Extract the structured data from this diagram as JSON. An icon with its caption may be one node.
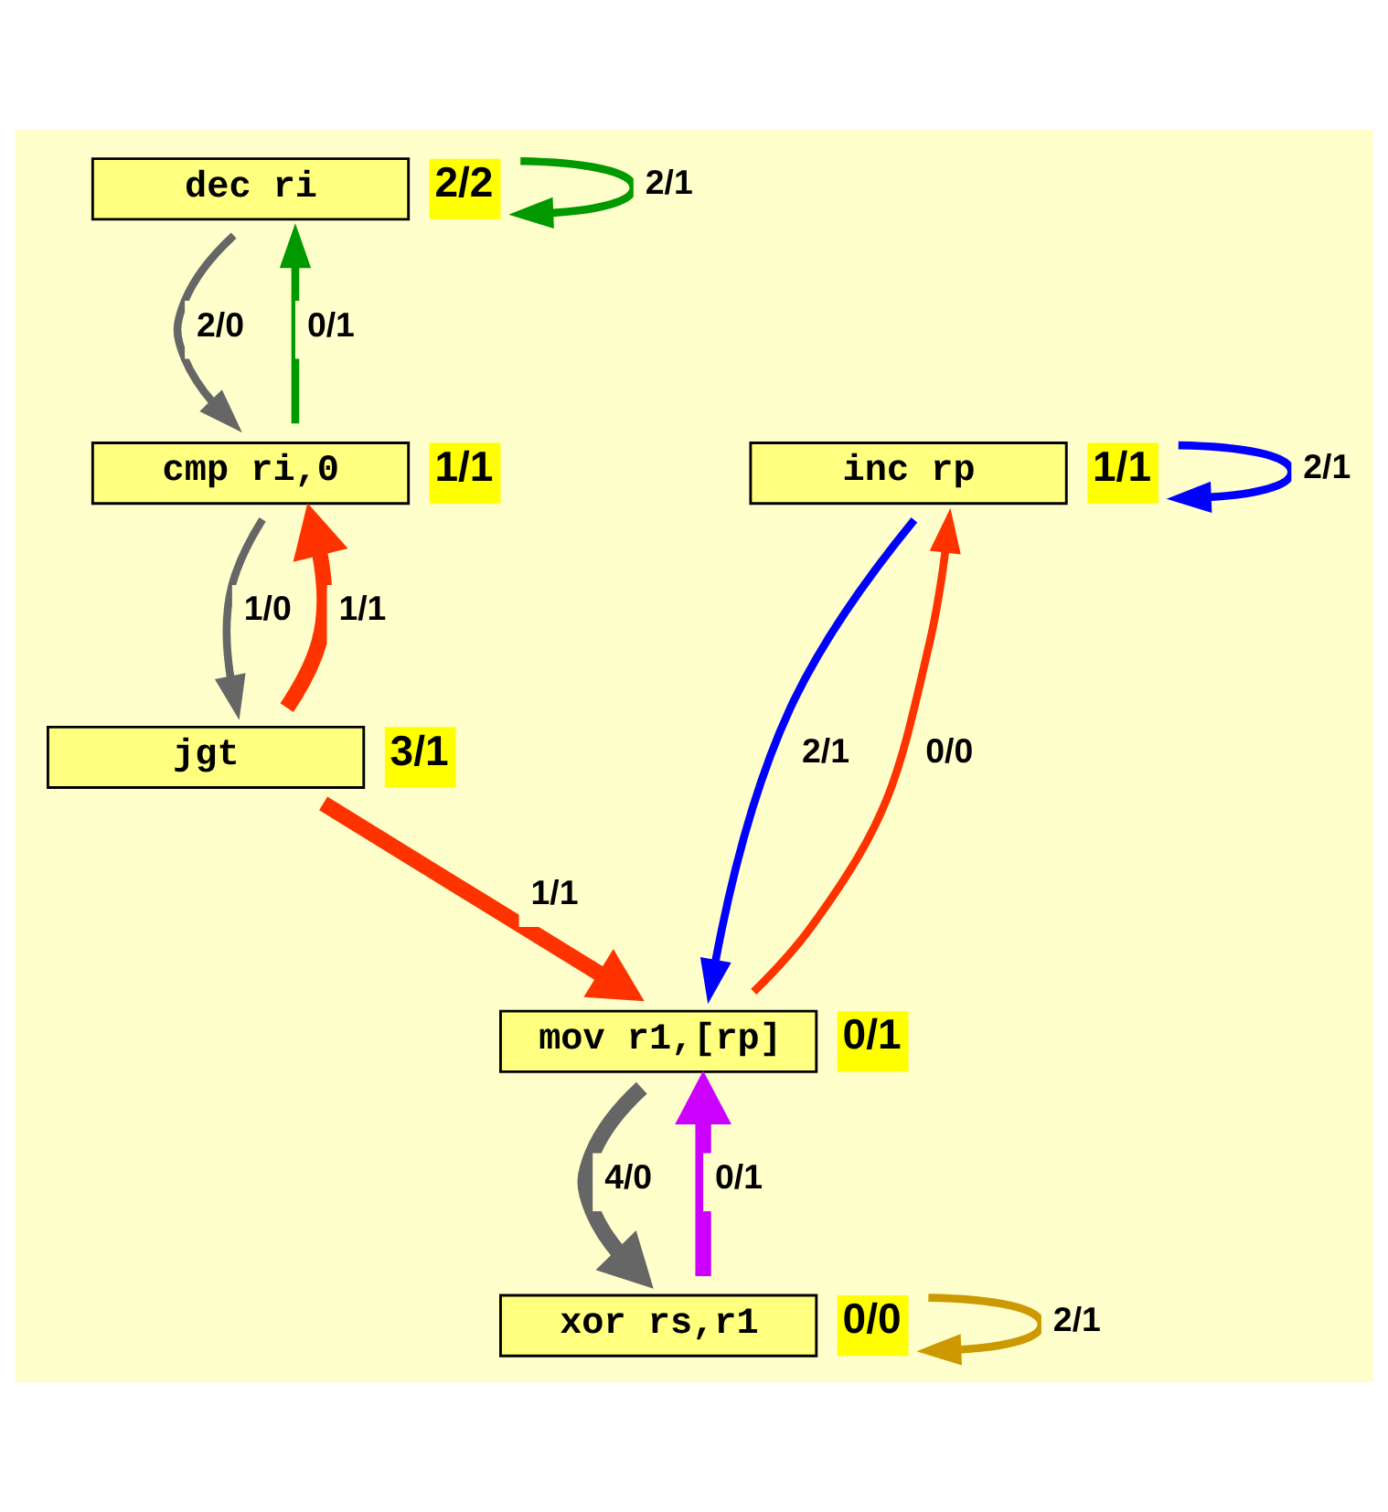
{
  "diagram": {
    "nodes": [
      {
        "text": [
          "dec ri"
        ],
        "beside": [
          "2/2"
        ]
      },
      {
        "text": [
          "cmp ri,0"
        ],
        "beside": [
          "1/1"
        ]
      },
      {
        "text": [
          "inc rp"
        ],
        "beside": [
          "1/1"
        ]
      },
      {
        "text": [
          "jgt"
        ],
        "beside": [
          "3/1"
        ]
      },
      {
        "text": [
          "mov r1,[rp]"
        ],
        "beside": [
          "0/1"
        ]
      },
      {
        "text": [
          "xor rs,r1"
        ],
        "beside": [
          "0/0"
        ]
      }
    ],
    "edges": [
      {
        "from": 0,
        "to": 0,
        "arrow": "to",
        "label": "2/1",
        "color": "#009900"
      },
      {
        "from": 0,
        "to": 1,
        "arrow": "to",
        "label": "2/0",
        "color": "#666666"
      },
      {
        "from": 1,
        "to": 0,
        "arrow": "to",
        "label": "0/1",
        "color": "#009900"
      },
      {
        "from": 1,
        "to": 3,
        "arrow": "to",
        "label": "1/0",
        "color": "#666666"
      },
      {
        "from": 3,
        "to": 1,
        "arrow": "to",
        "label": "1/1",
        "style": "thick",
        "color": "#ff3300"
      },
      {
        "from": 2,
        "to": 2,
        "arrow": "to",
        "label": "2/1",
        "color": "#0000ff"
      },
      {
        "from": 2,
        "to": 4,
        "arrow": "to",
        "label": "2/1",
        "color": "#0000ff"
      },
      {
        "from": 4,
        "to": 2,
        "arrow": "to",
        "label": "0/0",
        "color": "#ff3300"
      },
      {
        "from": 3,
        "to": 4,
        "arrow": "to",
        "label": "1/1",
        "style": "thick",
        "color": "#ff3300"
      },
      {
        "from": 4,
        "to": 5,
        "arrow": "to",
        "label": "4/0",
        "style": "thick",
        "color": "#666666"
      },
      {
        "from": 5,
        "to": 4,
        "arrow": "to",
        "label": "0/1",
        "style": "thick",
        "color": "#cc00ff"
      },
      {
        "from": 5,
        "to": 5,
        "arrow": "to",
        "label": "2/1",
        "color": "#cc9900"
      }
    ]
  }
}
